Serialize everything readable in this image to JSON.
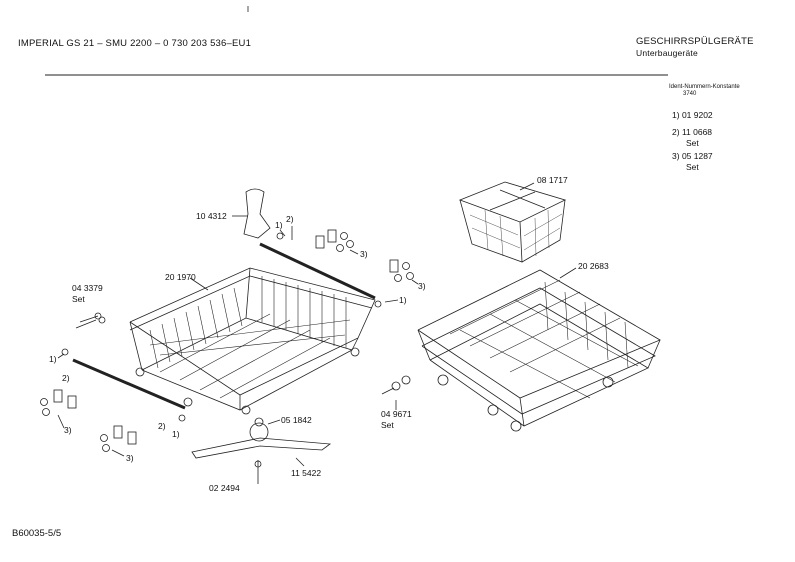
{
  "header": {
    "title_left": "IMPERIAL  GS 21  –  SMU 2200  –  0 730 203 536–EU1",
    "title_right": "GESCHIRRSPÜLGERÄTE",
    "subtitle_right": "Unterbaugeräte"
  },
  "ident": {
    "label": "Ident-Nummern-Konstante",
    "value": "3740"
  },
  "legend": [
    {
      "num": "1)",
      "code": "01 9202",
      "note": ""
    },
    {
      "num": "2)",
      "code": "11 0668",
      "note": "Set"
    },
    {
      "num": "3)",
      "code": "05 1287",
      "note": "Set"
    }
  ],
  "parts": {
    "p104312": "10 4312",
    "p201970": "20 1970",
    "p043379": "04 3379",
    "p043379_set": "Set",
    "p081717": "08 1717",
    "p202683": "20 2683",
    "p049671": "04 9671",
    "p049671_set": "Set",
    "p051842": "05 1842",
    "p115422": "11 5422",
    "p022494": "02 2494"
  },
  "callouts": {
    "one": "1)",
    "two": "2)",
    "three": "3)"
  },
  "footer": {
    "code": "B60035-5/5"
  }
}
